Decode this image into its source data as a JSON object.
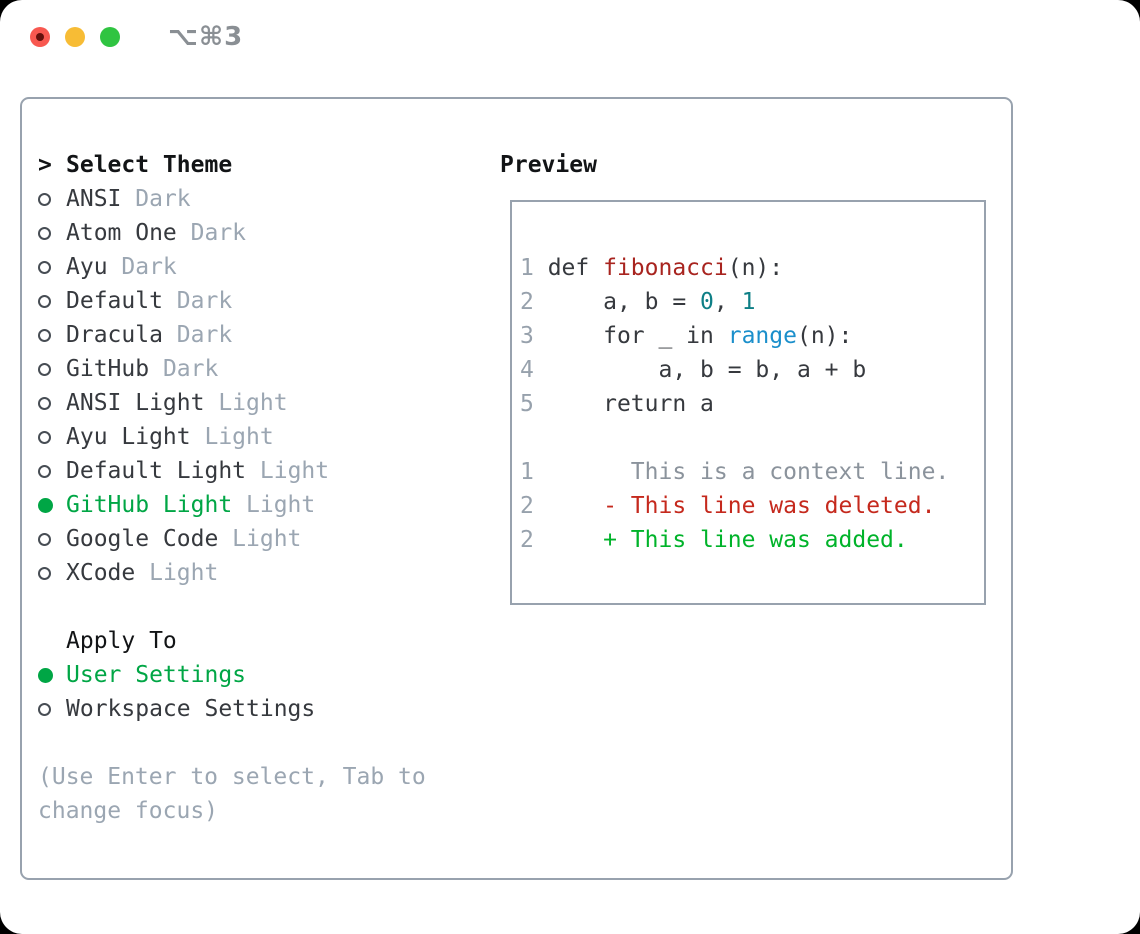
{
  "window": {
    "title": "⌥⌘3"
  },
  "colors": {
    "accent_green": "#00a645",
    "added_green": "#00b32a",
    "deleted_red": "#c5291d",
    "function_red": "#a8241f",
    "call_blue": "#1b8fcb",
    "number_teal": "#0e7f86",
    "ink": "#121416",
    "text": "#36393e",
    "muted": "#9ba6b2",
    "line_number": "#97a1ac",
    "context_gray": "#8b939c",
    "panel_border": "#98a2ae",
    "titlebar_text": "#8a8f94",
    "traffic_red": "#f85850",
    "traffic_red_dot": "#64100c",
    "traffic_yellow": "#f7bc35",
    "traffic_green": "#2fc441"
  },
  "theme_picker": {
    "header_prefix": ">",
    "header": "Select Theme",
    "items": [
      {
        "name": "ANSI",
        "tag": "Dark",
        "selected": false
      },
      {
        "name": "Atom One",
        "tag": "Dark",
        "selected": false
      },
      {
        "name": "Ayu",
        "tag": "Dark",
        "selected": false
      },
      {
        "name": "Default",
        "tag": "Dark",
        "selected": false
      },
      {
        "name": "Dracula",
        "tag": "Dark",
        "selected": false
      },
      {
        "name": "GitHub",
        "tag": "Dark",
        "selected": false
      },
      {
        "name": "ANSI Light",
        "tag": "Light",
        "selected": false
      },
      {
        "name": "Ayu Light",
        "tag": "Light",
        "selected": false
      },
      {
        "name": "Default Light",
        "tag": "Light",
        "selected": false
      },
      {
        "name": "GitHub Light",
        "tag": "Light",
        "selected": true
      },
      {
        "name": "Google Code",
        "tag": "Light",
        "selected": false
      },
      {
        "name": "XCode",
        "tag": "Light",
        "selected": false
      }
    ],
    "apply_to": {
      "header": "Apply To",
      "options": [
        {
          "label": "User Settings",
          "selected": true
        },
        {
          "label": "Workspace Settings",
          "selected": false
        }
      ]
    },
    "hint": "(Use Enter to select, Tab to change focus)"
  },
  "preview": {
    "header": "Preview",
    "lines": [
      {
        "kind": "code",
        "segments": [
          {
            "t": "1 ",
            "c": "ln"
          },
          {
            "t": "def ",
            "c": "code"
          },
          {
            "t": "fibonacci",
            "c": "func"
          },
          {
            "t": "(n):",
            "c": "code"
          }
        ]
      },
      {
        "kind": "code",
        "segments": [
          {
            "t": "2 ",
            "c": "ln"
          },
          {
            "t": "    a, b = ",
            "c": "code"
          },
          {
            "t": "0",
            "c": "num"
          },
          {
            "t": ", ",
            "c": "code"
          },
          {
            "t": "1",
            "c": "num"
          }
        ]
      },
      {
        "kind": "code",
        "segments": [
          {
            "t": "3 ",
            "c": "ln"
          },
          {
            "t": "    for _ in ",
            "c": "code"
          },
          {
            "t": "range",
            "c": "call"
          },
          {
            "t": "(n):",
            "c": "code"
          }
        ]
      },
      {
        "kind": "code",
        "segments": [
          {
            "t": "4 ",
            "c": "ln"
          },
          {
            "t": "        a, b = b, a + b",
            "c": "code"
          }
        ]
      },
      {
        "kind": "code",
        "segments": [
          {
            "t": "5 ",
            "c": "ln"
          },
          {
            "t": "    return a",
            "c": "code"
          }
        ]
      },
      {
        "kind": "blank",
        "segments": []
      },
      {
        "kind": "diff-context",
        "segments": [
          {
            "t": "1 ",
            "c": "ln"
          },
          {
            "t": "      This is a context line.",
            "c": "context"
          }
        ]
      },
      {
        "kind": "diff-deleted",
        "segments": [
          {
            "t": "2 ",
            "c": "ln"
          },
          {
            "t": "    - This line was deleted.",
            "c": "deleted"
          }
        ]
      },
      {
        "kind": "diff-added",
        "segments": [
          {
            "t": "2 ",
            "c": "ln"
          },
          {
            "t": "    + This line was added.",
            "c": "added"
          }
        ]
      }
    ]
  }
}
